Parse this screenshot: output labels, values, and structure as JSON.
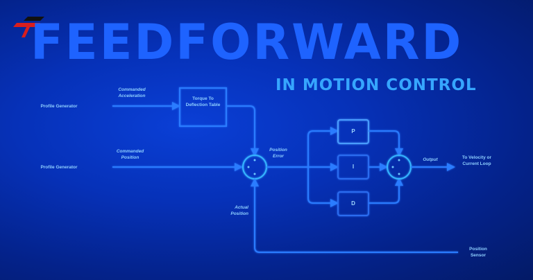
{
  "header": {
    "title": "FEEDFORWARD",
    "subtitle": "IN MOTION CONTROL",
    "logo": "t-logo-icon"
  },
  "colors": {
    "background": "#0631b8",
    "title": "#1e63ff",
    "subtitle": "#36a6ff",
    "lines": "#2a7bff",
    "labels": "#8fd0ff",
    "logo_red": "#d81e1e",
    "logo_black": "#111111"
  },
  "diagram": {
    "inputs": [
      {
        "label": "Profile Generator",
        "signal": "Commanded Acceleration"
      },
      {
        "label": "Profile Generator",
        "signal": "Commanded Position"
      }
    ],
    "blocks": {
      "torque_table": "Torque To Deflection Table",
      "p": "P",
      "i": "I",
      "d": "D"
    },
    "signals": {
      "position_error": "Position Error",
      "actual_position": "Actual Position",
      "output": "Output"
    },
    "outputs": {
      "destination": "To Velocity or Current Loop",
      "sensor": "Position Sensor"
    }
  }
}
